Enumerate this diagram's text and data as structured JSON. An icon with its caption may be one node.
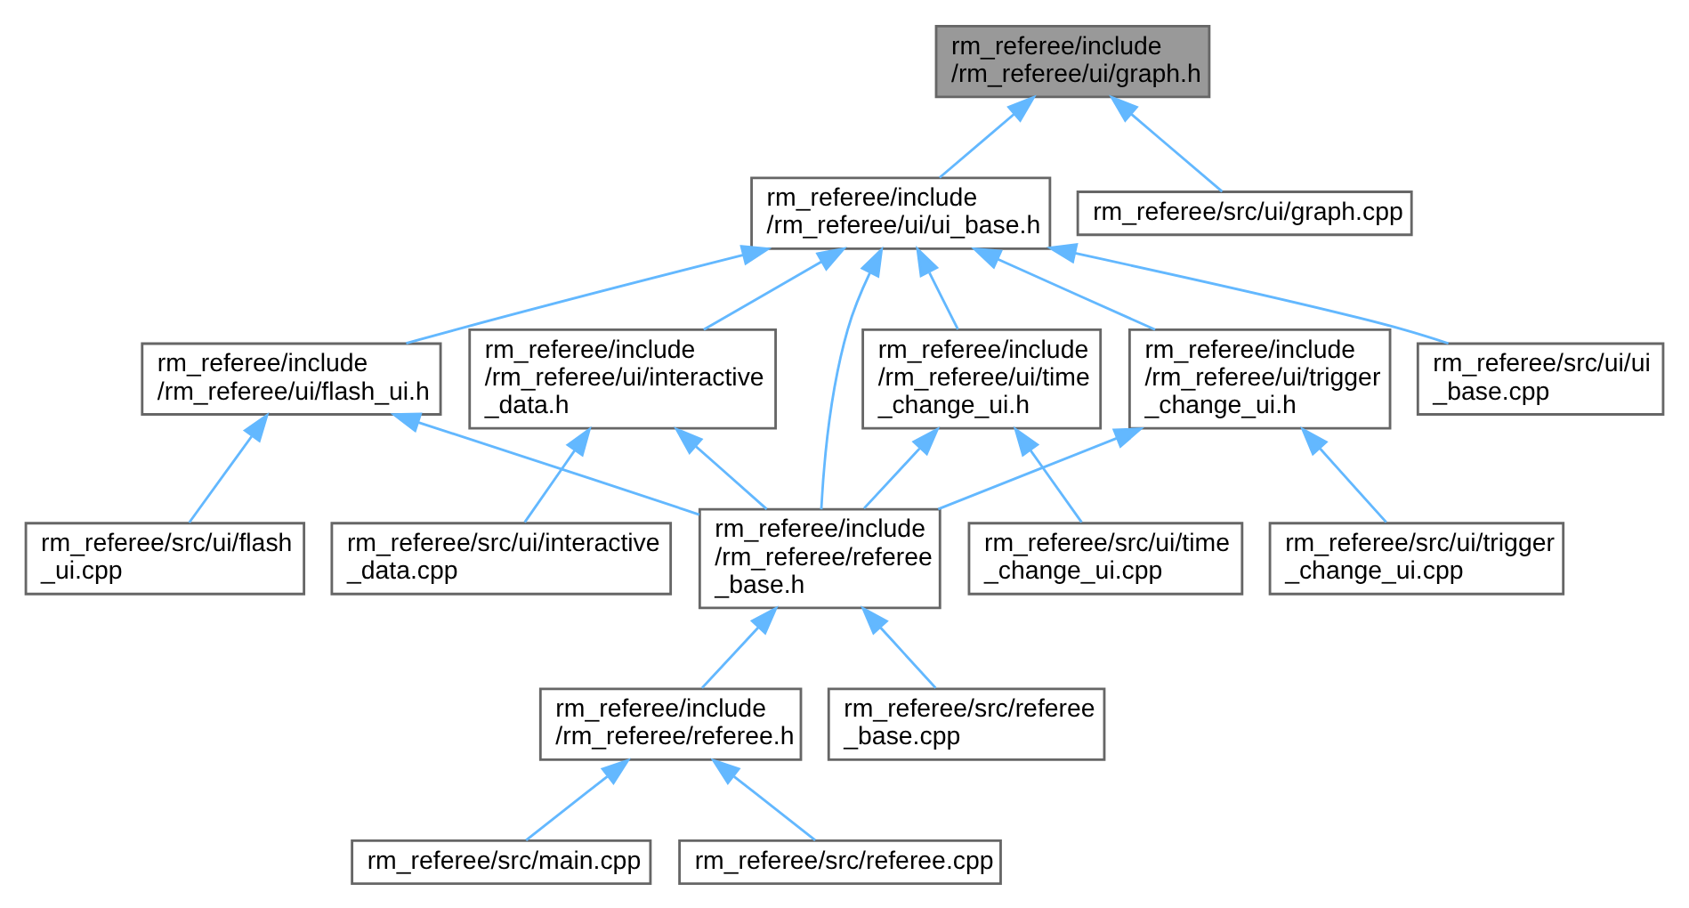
{
  "diagram": {
    "nodes": [
      {
        "text": [
          "rm_referee/include /rm_referee/ui/graph.h"
        ]
      },
      {
        "text": [
          "rm_referee/include /rm_referee/ui/ui_base.h"
        ]
      },
      {
        "text": [
          "rm_referee/src/ui/graph.cpp"
        ]
      },
      {
        "text": [
          "rm_referee/include /rm_referee/ui/flash_ui.h"
        ]
      },
      {
        "text": [
          "rm_referee/include /rm_referee/ui/interactive _data.h"
        ]
      },
      {
        "text": [
          "rm_referee/include /rm_referee/ui/time _change_ui.h"
        ]
      },
      {
        "text": [
          "rm_referee/include /rm_referee/ui/trigger _change_ui.h"
        ]
      },
      {
        "text": [
          "rm_referee/src/ui/ui _base.cpp"
        ]
      },
      {
        "text": [
          "rm_referee/src/ui/flash _ui.cpp"
        ]
      },
      {
        "text": [
          "rm_referee/src/ui/interactive _data.cpp"
        ]
      },
      {
        "text": [
          "rm_referee/include /rm_referee/referee _base.h"
        ]
      },
      {
        "text": [
          "rm_referee/src/ui/time _change_ui.cpp"
        ]
      },
      {
        "text": [
          "rm_referee/src/ui/trigger _change_ui.cpp"
        ]
      },
      {
        "text": [
          "rm_referee/include /rm_referee/referee.h"
        ]
      },
      {
        "text": [
          "rm_referee/src/referee _base.cpp"
        ]
      },
      {
        "text": [
          "rm_referee/src/main.cpp"
        ]
      },
      {
        "text": [
          "rm_referee/src/referee.cpp"
        ]
      }
    ],
    "edges": [
      {
        "from": 1,
        "to": 0,
        "arrow": "to"
      },
      {
        "from": 2,
        "to": 0,
        "arrow": "to"
      },
      {
        "from": 3,
        "to": 1,
        "arrow": "to"
      },
      {
        "from": 4,
        "to": 1,
        "arrow": "to"
      },
      {
        "from": 10,
        "to": 1,
        "arrow": "to"
      },
      {
        "from": 5,
        "to": 1,
        "arrow": "to"
      },
      {
        "from": 6,
        "to": 1,
        "arrow": "to"
      },
      {
        "from": 7,
        "to": 1,
        "arrow": "to"
      },
      {
        "from": 8,
        "to": 3,
        "arrow": "to"
      },
      {
        "from": 10,
        "to": 3,
        "arrow": "to"
      },
      {
        "from": 9,
        "to": 4,
        "arrow": "to"
      },
      {
        "from": 10,
        "to": 4,
        "arrow": "to"
      },
      {
        "from": 10,
        "to": 5,
        "arrow": "to"
      },
      {
        "from": 11,
        "to": 5,
        "arrow": "to"
      },
      {
        "from": 10,
        "to": 6,
        "arrow": "to"
      },
      {
        "from": 12,
        "to": 6,
        "arrow": "to"
      },
      {
        "from": 13,
        "to": 10,
        "arrow": "to"
      },
      {
        "from": 14,
        "to": 10,
        "arrow": "to"
      },
      {
        "from": 15,
        "to": 13,
        "arrow": "to"
      },
      {
        "from": 16,
        "to": 13,
        "arrow": "to"
      }
    ]
  }
}
